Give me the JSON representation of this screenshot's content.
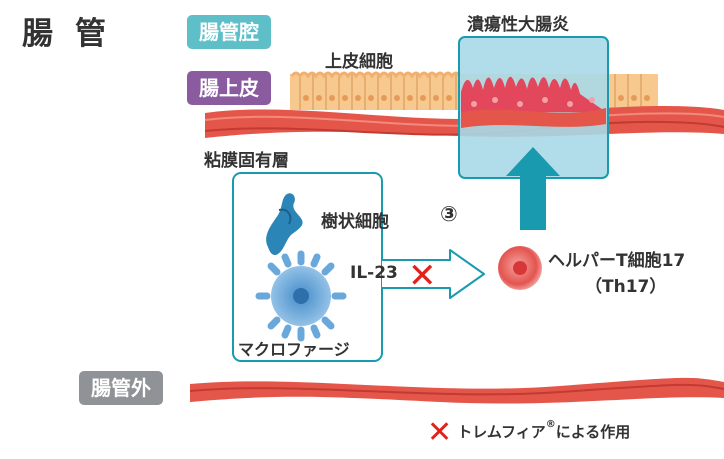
{
  "title": "腸管",
  "badges": {
    "lumen": "腸管腔",
    "epithelium": "腸上皮",
    "outside": "腸管外"
  },
  "labels": {
    "epithelial_cells": "上皮細胞",
    "ulcerative_colitis": "潰瘍性大腸炎",
    "lamina_propria": "粘膜固有層",
    "dendritic_cell": "樹状細胞",
    "step": "③",
    "macrophage": "マクロファージ",
    "cytokine": "IL-23",
    "th17_name": "ヘルパーT細胞17",
    "th17_abbr": "（Th17）",
    "legend": "トレムフィア",
    "legend_mark": "®",
    "legend_suffix": "による作用"
  },
  "symbols": {
    "block": "✕"
  },
  "colors": {
    "lumen_badge": "#5ebfc8",
    "epithelium_badge": "#8a5c9f",
    "outside_badge": "#8f9296",
    "teal": "#1a9aae",
    "tissue": "#e4564a",
    "cell_yellow": "#f7c98f",
    "inflamed": "#e2475c",
    "block_red": "#e3211b"
  }
}
